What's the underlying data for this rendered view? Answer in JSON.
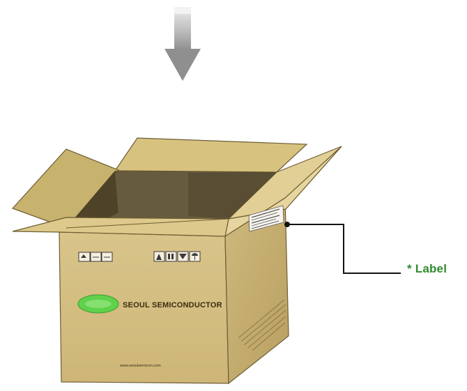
{
  "arrow": {
    "icon": "down-arrow-icon",
    "color": "#9a9a9a"
  },
  "box": {
    "brand": "SEOUL SEMICONDUCTOR",
    "website": "www.seoulsemicon.com",
    "color": "#d8c47e"
  },
  "callout": {
    "label": "* Label",
    "color": "#2f8a2f"
  }
}
